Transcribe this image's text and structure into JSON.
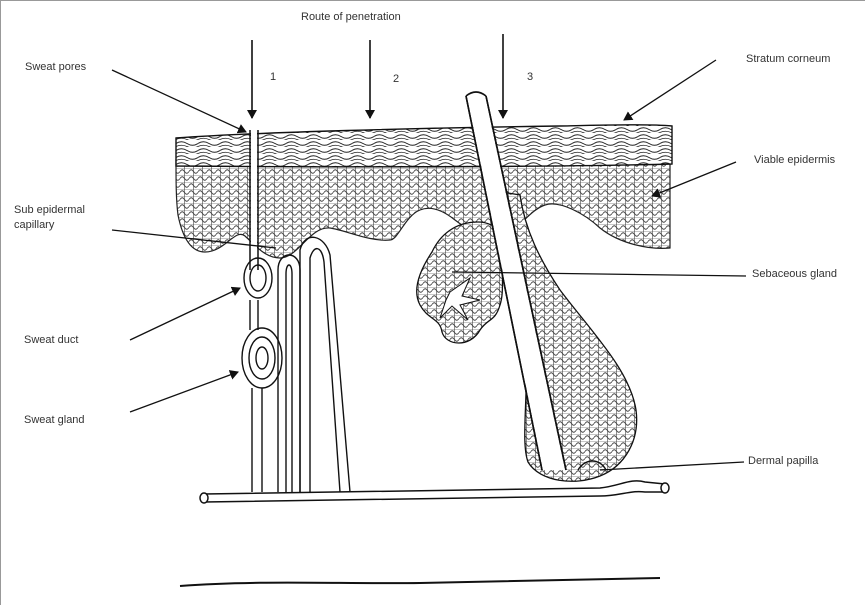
{
  "title": "Route of penetration",
  "routes": [
    "1",
    "2",
    "3"
  ],
  "labels": {
    "sweat_pores": "Sweat pores",
    "stratum_corneum": "Stratum corneum",
    "viable_epidermis": "Viable epidermis",
    "sub_epidermal_capillary_line1": "Sub epidermal",
    "sub_epidermal_capillary_line2": "capillary",
    "sebaceous_gland": "Sebaceous gland",
    "sweat_duct": "Sweat duct",
    "sweat_gland": "Sweat gland",
    "dermal_papilla": "Dermal papilla"
  },
  "colors": {
    "line": "#111111",
    "cell": "#444444",
    "text": "#333333"
  }
}
